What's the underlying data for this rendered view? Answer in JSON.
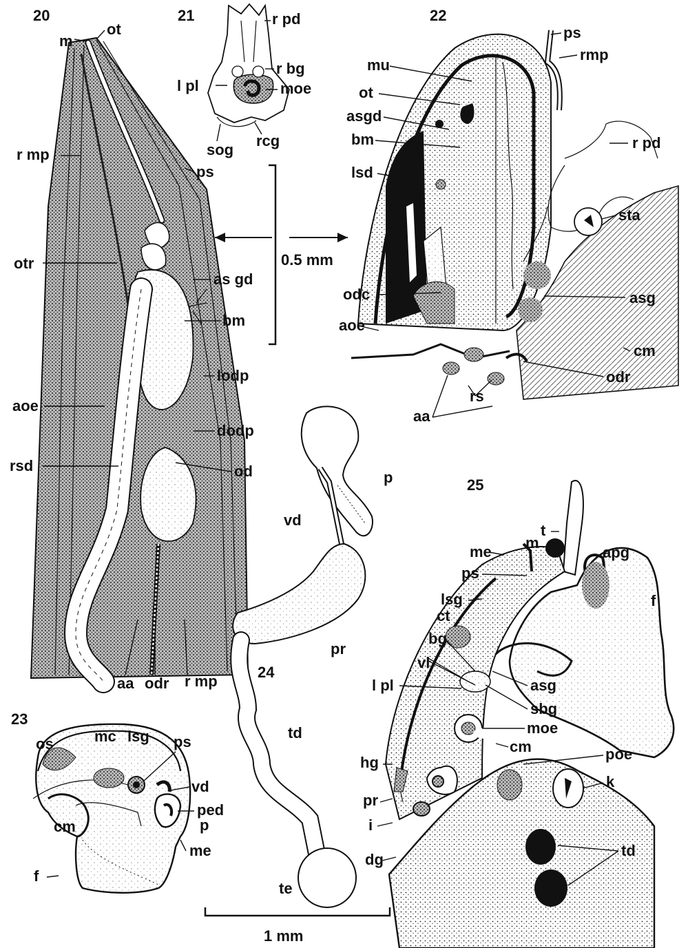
{
  "figures": {
    "f20": {
      "number": "20",
      "labels": [
        "m",
        "ot",
        "r mp",
        "ps",
        "otr",
        "as gd",
        "bm",
        "lodp",
        "aoe",
        "dodp",
        "rsd",
        "od",
        "aa",
        "odr",
        "r mp"
      ]
    },
    "f21": {
      "number": "21",
      "labels": [
        "r pd",
        "r bg",
        "l pl",
        "moe",
        "sog",
        "rcg"
      ]
    },
    "f22": {
      "number": "22",
      "labels": [
        "ps",
        "rmp",
        "mu",
        "ot",
        "asgd",
        "bm",
        "lsd",
        "r pd",
        "sta",
        "asg",
        "odc",
        "aoe",
        "cm",
        "odr",
        "rs",
        "aa"
      ]
    },
    "f23": {
      "number": "23",
      "labels": [
        "os",
        "mc",
        "lsg",
        "ps",
        "vd",
        "ped",
        "p",
        "cm",
        "me",
        "f"
      ]
    },
    "f24": {
      "number": "24",
      "labels": [
        "p",
        "vd",
        "pr",
        "td",
        "te"
      ]
    },
    "f25": {
      "number": "25",
      "labels": [
        "t",
        "m",
        "apg",
        "me",
        "ps",
        "lsg",
        "f",
        "ct",
        "bg",
        "vl",
        "asg",
        "sbg",
        "l pl",
        "moe",
        "cm",
        "poe",
        "hg",
        "k",
        "pr",
        "i",
        "td",
        "dg"
      ]
    }
  },
  "scale_bars": {
    "upper": "0.5 mm",
    "lower": "1 mm"
  }
}
